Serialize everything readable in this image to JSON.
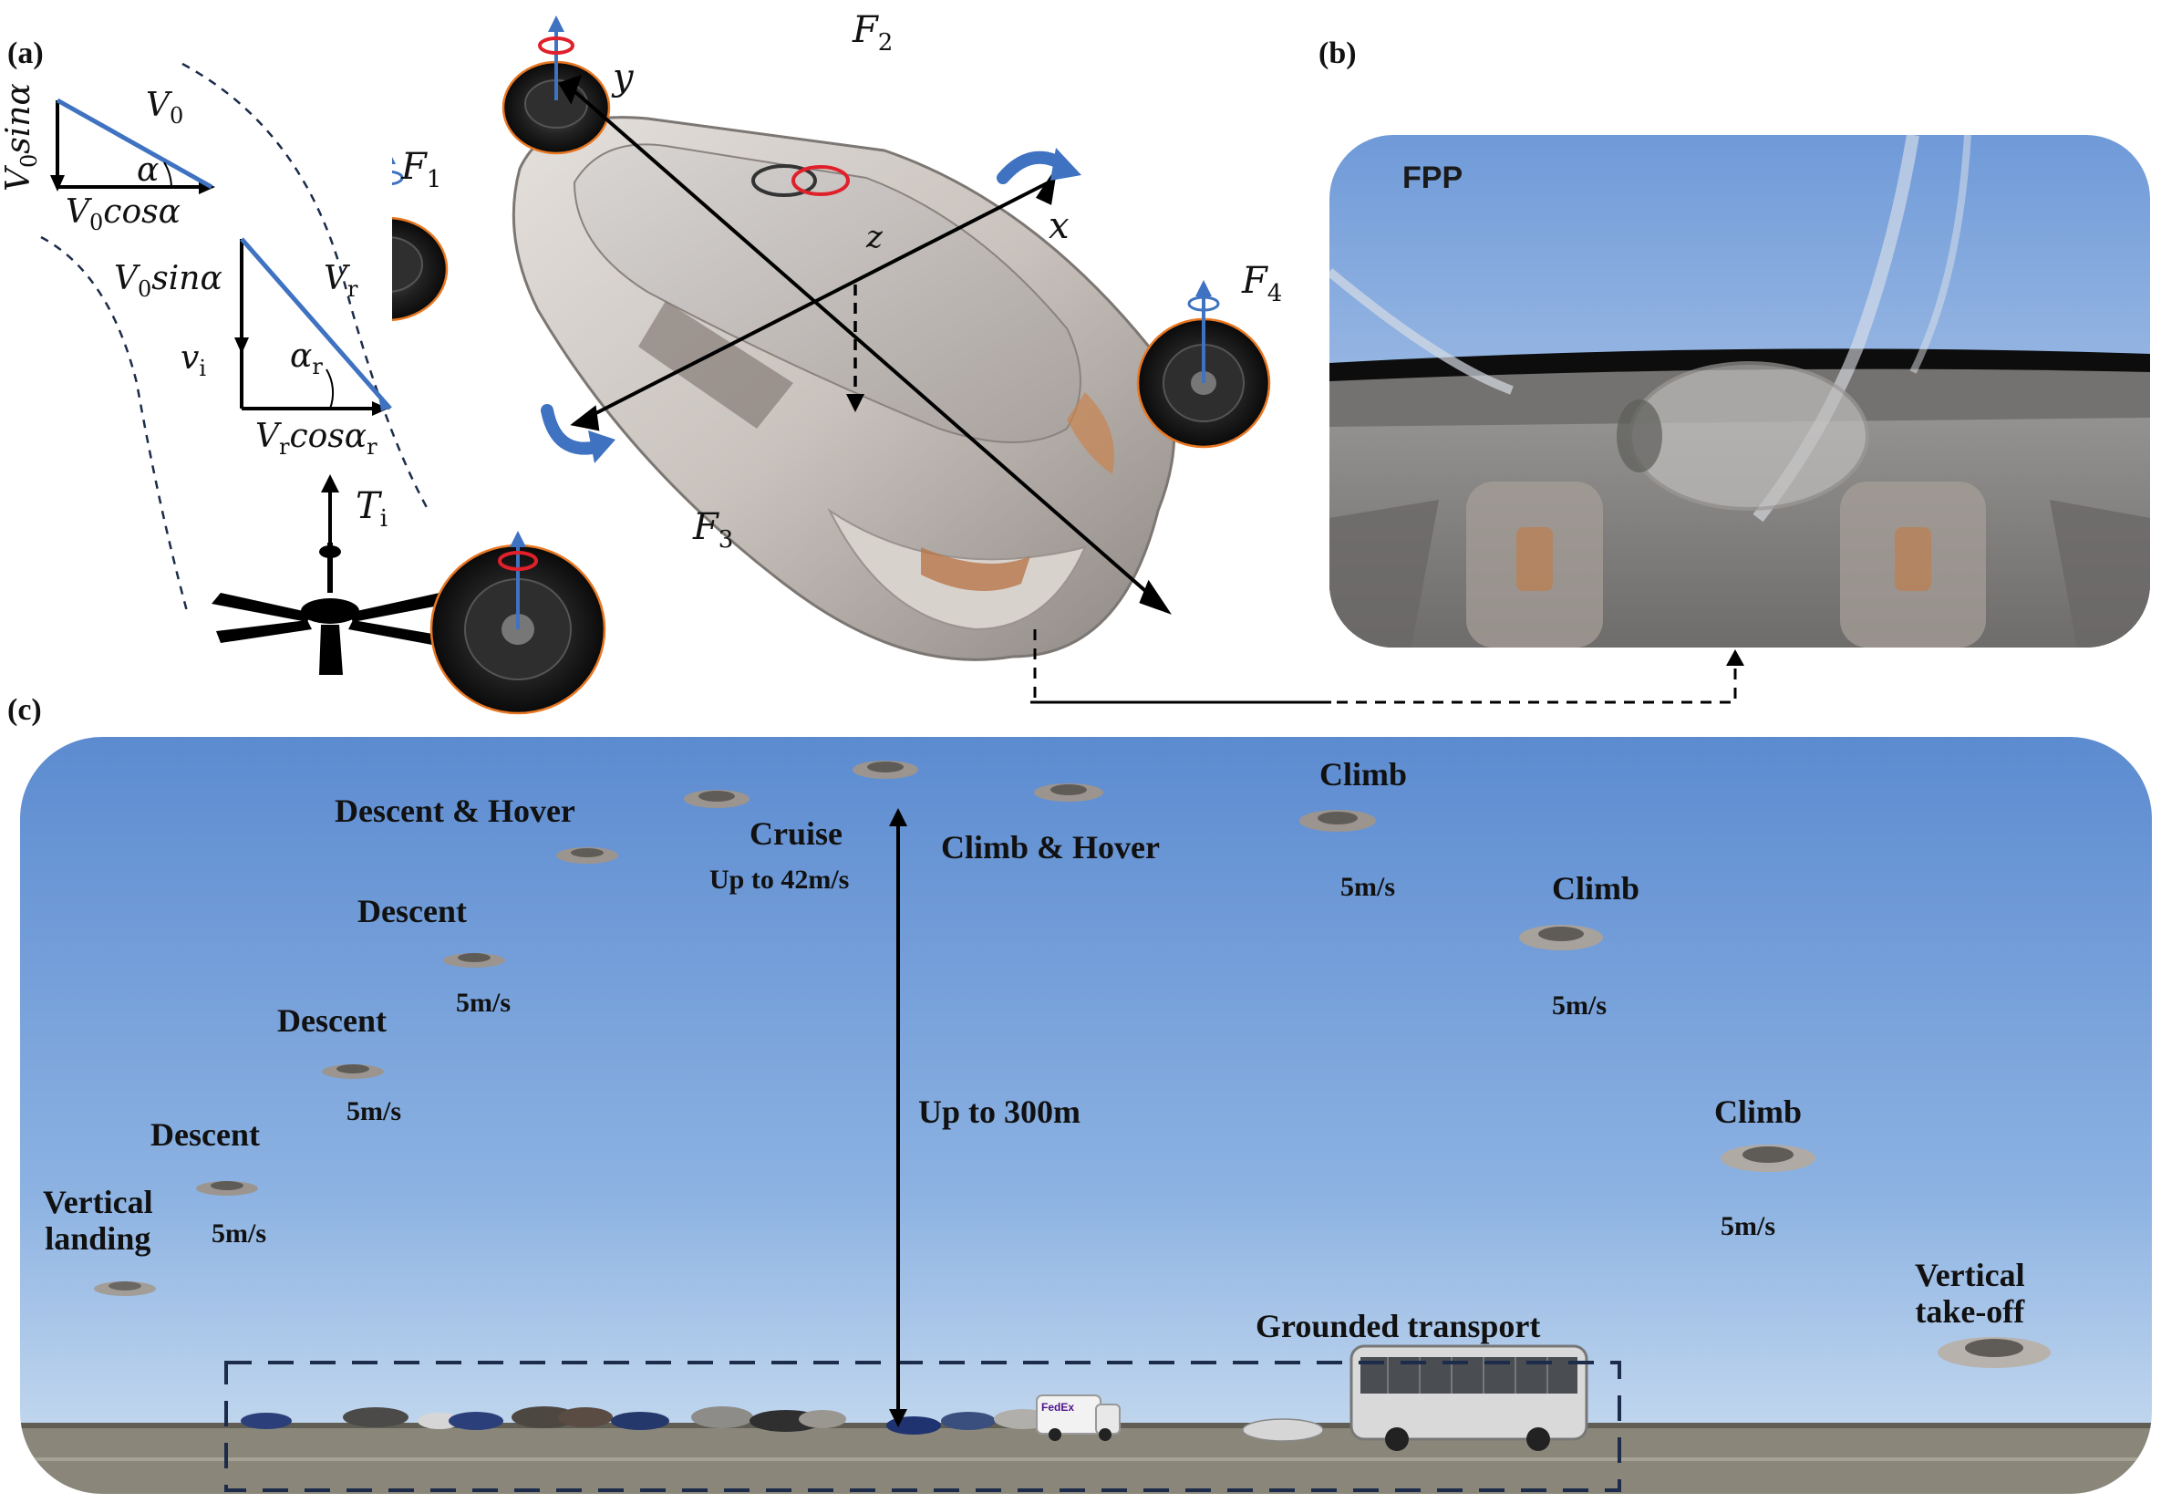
{
  "panels": {
    "a": {
      "label": "(a)"
    },
    "b": {
      "label": "(b)",
      "overlay_text": "FPP"
    },
    "c": {
      "label": "(c)"
    }
  },
  "panel_a": {
    "triangle_top": {
      "v0sin": "V",
      "v0sin_sub": "0",
      "v0sin_rest": "sinα",
      "v0": "V",
      "v0_sub": "0",
      "alpha": "α",
      "v0cos": "V",
      "v0cos_sub": "0",
      "v0cos_rest": "cosα"
    },
    "triangle_bottom": {
      "v0sin": "V",
      "v0sin_sub": "0",
      "v0sin_rest": "sinα",
      "vr": "V",
      "vr_sub": "r",
      "vi": "v",
      "vi_sub": "i",
      "alpha_r": "α",
      "alpha_r_sub": "r",
      "vrcos": "V",
      "vrcos_sub": "r",
      "vrcos_rest": "cosα",
      "vrcos_rest_sub": "r"
    },
    "thrust": {
      "t": "T",
      "t_sub": "i"
    },
    "forces": [
      {
        "f": "F",
        "sub": "1"
      },
      {
        "f": "F",
        "sub": "2"
      },
      {
        "f": "F",
        "sub": "3"
      },
      {
        "f": "F",
        "sub": "4"
      }
    ],
    "axes": {
      "x": "x",
      "y": "y",
      "z": "z"
    }
  },
  "panel_c": {
    "labels": [
      {
        "id": "vertical-landing",
        "text1": "Vertical",
        "text2": "landing"
      },
      {
        "id": "descent-1",
        "text": "Descent",
        "speed": "5m/s"
      },
      {
        "id": "descent-2",
        "text": "Descent",
        "speed": "5m/s"
      },
      {
        "id": "descent-3",
        "text": "Descent",
        "speed": "5m/s"
      },
      {
        "id": "descent-hover",
        "text": "Descent & Hover"
      },
      {
        "id": "cruise",
        "text": "Cruise",
        "speed": "Up to 42m/s"
      },
      {
        "id": "climb-hover",
        "text": "Climb & Hover"
      },
      {
        "id": "climb-1",
        "text": "Climb",
        "speed": "5m/s"
      },
      {
        "id": "climb-2",
        "text": "Climb",
        "speed": "5m/s"
      },
      {
        "id": "climb-3",
        "text": "Climb",
        "speed": "5m/s"
      },
      {
        "id": "vertical-takeoff",
        "text1": "Vertical",
        "text2": "take-off"
      }
    ],
    "altitude": "Up to 300m",
    "ground": "Grounded transport",
    "truck_brand": "FedEx"
  },
  "colors": {
    "sky_top": "#5f8fd2",
    "sky_bottom": "#c9ddf0",
    "road": "#7d7c70",
    "vector_blue": "#3f72c0",
    "rotor_red": "#e0202a",
    "dash_navy": "#1c2c4a",
    "orange_outline": "#e87722"
  }
}
